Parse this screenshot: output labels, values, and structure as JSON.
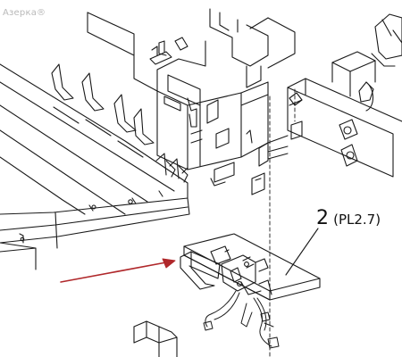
{
  "watermark": "Азерка®",
  "callout": {
    "part_number": "2",
    "part_ref": "(PL2.7)"
  },
  "colors": {
    "line": "#1a1a1a",
    "arrow": "#b0282b",
    "watermark": "#b9b9b9"
  }
}
